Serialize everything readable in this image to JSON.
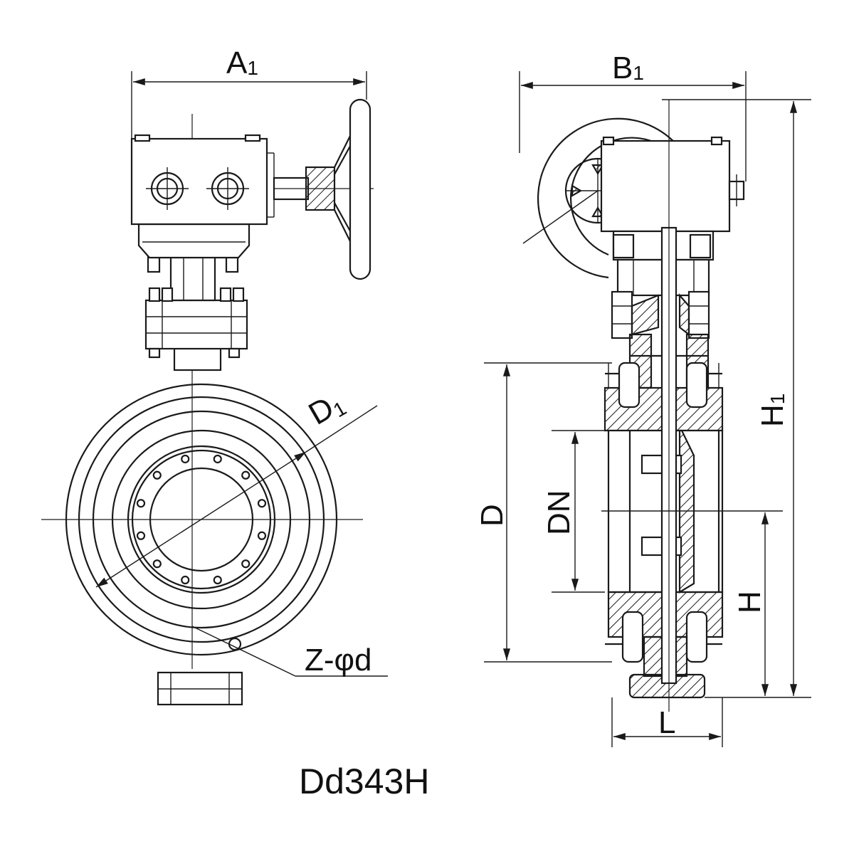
{
  "drawing": {
    "model": "Dd343H",
    "dimensions": {
      "A1": {
        "main": "A",
        "sub": "1"
      },
      "B1": {
        "main": "B",
        "sub": "1"
      },
      "D1": {
        "main": "D",
        "sub": "1"
      },
      "H1": {
        "main": "H",
        "sub": "1"
      },
      "D": "D",
      "DN": "DN",
      "H": "H",
      "L": "L",
      "bolt_holes": "Z-φd"
    }
  }
}
